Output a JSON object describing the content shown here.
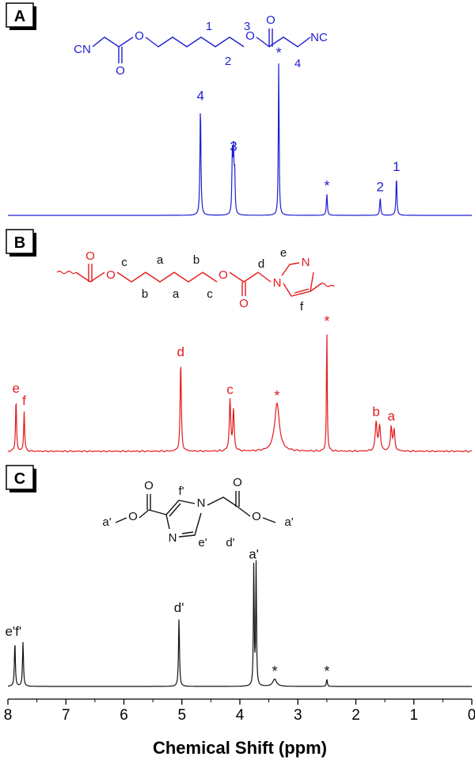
{
  "chart_data": {
    "type": "line",
    "xlabel": "Chemical Shift (ppm)",
    "xlim": [
      8,
      0
    ],
    "xticks": [
      8,
      7,
      6,
      5,
      4,
      3,
      2,
      1,
      0
    ],
    "panels": [
      {
        "label": "A",
        "color": "#1f1fd0",
        "structure": {
          "groups": [
            "CN",
            "NC"
          ],
          "atoms": [
            "O",
            "O",
            "O",
            "O"
          ],
          "position_labels": [
            "1",
            "2",
            "3",
            "4"
          ]
        },
        "peaks": [
          {
            "shift": 4.68,
            "height": 0.86,
            "width": 0.01,
            "label": "4"
          },
          {
            "shift": 4.13,
            "height": 0.46,
            "width": 0.009,
            "label": ""
          },
          {
            "shift": 4.11,
            "height": 0.46,
            "width": 0.009,
            "label": "3"
          },
          {
            "shift": 4.09,
            "height": 0.32,
            "width": 0.009,
            "label": ""
          },
          {
            "shift": 3.33,
            "height": 1.22,
            "width": 0.008,
            "label": "*"
          },
          {
            "shift": 2.5,
            "height": 0.17,
            "width": 0.01,
            "label": "*"
          },
          {
            "shift": 1.58,
            "height": 0.14,
            "width": 0.01,
            "label": "2"
          },
          {
            "shift": 1.3,
            "height": 0.3,
            "width": 0.01,
            "label": "1"
          }
        ]
      },
      {
        "label": "B",
        "color": "#e41a1c",
        "structure": {
          "atoms": [
            "O",
            "O",
            "O",
            "O",
            "N",
            "N"
          ],
          "position_labels": [
            "c",
            "a",
            "b",
            "b",
            "a",
            "c",
            "d",
            "e",
            "f"
          ]
        },
        "peaks": [
          {
            "shift": 7.86,
            "height": 0.47,
            "width": 0.01,
            "label": "e"
          },
          {
            "shift": 7.72,
            "height": 0.36,
            "width": 0.01,
            "label": "f"
          },
          {
            "shift": 5.02,
            "height": 0.8,
            "width": 0.012,
            "label": "d"
          },
          {
            "shift": 4.17,
            "height": 0.46,
            "width": 0.014,
            "label": "c"
          },
          {
            "shift": 4.11,
            "height": 0.36,
            "width": 0.014,
            "label": ""
          },
          {
            "shift": 3.36,
            "height": 0.43,
            "width": 0.05,
            "label": "*"
          },
          {
            "shift": 2.5,
            "height": 1.1,
            "width": 0.008,
            "label": "*"
          },
          {
            "shift": 1.65,
            "height": 0.26,
            "width": 0.018,
            "label": "b"
          },
          {
            "shift": 1.59,
            "height": 0.22,
            "width": 0.018,
            "label": ""
          },
          {
            "shift": 1.39,
            "height": 0.22,
            "width": 0.016,
            "label": "a"
          },
          {
            "shift": 1.34,
            "height": 0.18,
            "width": 0.016,
            "label": ""
          }
        ]
      },
      {
        "label": "C",
        "color": "#111111",
        "structure": {
          "atoms": [
            "O",
            "O",
            "O",
            "O",
            "N",
            "N"
          ],
          "position_labels": [
            "a'",
            "f'",
            "e'",
            "d'",
            "a'"
          ]
        },
        "peaks": [
          {
            "shift": 7.88,
            "height": 0.43,
            "width": 0.01,
            "label": "e'f'"
          },
          {
            "shift": 7.74,
            "height": 0.43,
            "width": 0.01,
            "label": ""
          },
          {
            "shift": 5.05,
            "height": 0.66,
            "width": 0.01,
            "label": "d'"
          },
          {
            "shift": 3.76,
            "height": 1.18,
            "width": 0.008,
            "label": "a'"
          },
          {
            "shift": 3.72,
            "height": 1.18,
            "width": 0.008,
            "label": ""
          },
          {
            "shift": 3.4,
            "height": 0.07,
            "width": 0.04,
            "label": "*"
          },
          {
            "shift": 2.5,
            "height": 0.07,
            "width": 0.01,
            "label": "*"
          }
        ]
      }
    ]
  }
}
